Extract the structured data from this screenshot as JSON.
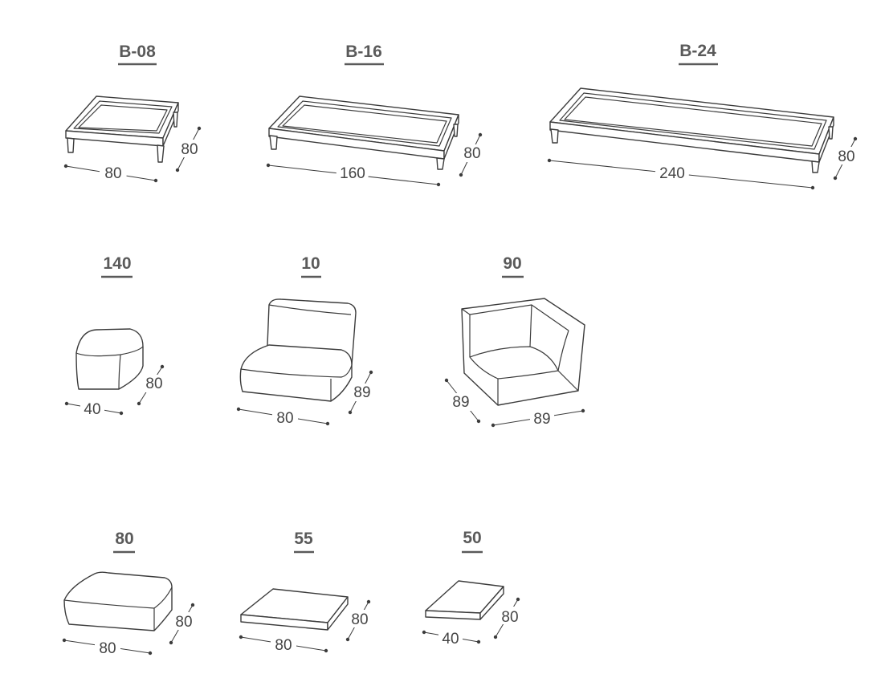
{
  "modules": [
    {
      "code": "B-08",
      "width": "80",
      "depth": "80"
    },
    {
      "code": "B-16",
      "width": "160",
      "depth": "80"
    },
    {
      "code": "B-24",
      "width": "240",
      "depth": "80"
    },
    {
      "code": "140",
      "width": "40",
      "depth": "80"
    },
    {
      "code": "10",
      "width": "80",
      "depth": "89"
    },
    {
      "code": "90",
      "width": "89",
      "depth": "89"
    },
    {
      "code": "80",
      "width": "80",
      "depth": "80"
    },
    {
      "code": "55",
      "width": "80",
      "depth": "80"
    },
    {
      "code": "50",
      "width": "40",
      "depth": "80"
    }
  ]
}
